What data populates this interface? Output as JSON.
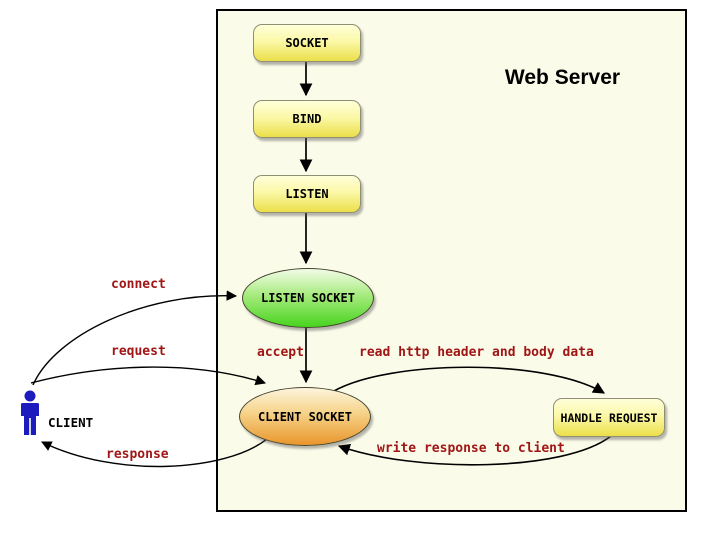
{
  "diagram": {
    "title": "Web Server",
    "nodes": [
      {
        "id": "socket",
        "label": "SOCKET",
        "shape": "rounded-rect",
        "color": "#ebdf4a"
      },
      {
        "id": "bind",
        "label": "BIND",
        "shape": "rounded-rect",
        "color": "#ebdf4a"
      },
      {
        "id": "listen",
        "label": "LISTEN",
        "shape": "rounded-rect",
        "color": "#ebdf4a"
      },
      {
        "id": "listen-socket",
        "label": "LISTEN SOCKET",
        "shape": "ellipse",
        "color": "#47d41e"
      },
      {
        "id": "client-socket",
        "label": "CLIENT SOCKET",
        "shape": "ellipse",
        "color": "#e9952c"
      },
      {
        "id": "handle-request",
        "label": "HANDLE REQUEST",
        "shape": "rounded-rect",
        "color": "#ebdf4a"
      }
    ],
    "actor": {
      "id": "client",
      "label": "CLIENT",
      "icon": "person-icon",
      "color": "#1c1cbe"
    },
    "edges": [
      {
        "id": "connect",
        "from": "client",
        "to": "listen-socket",
        "label": "connect"
      },
      {
        "id": "request",
        "from": "client",
        "to": "client-socket",
        "label": "request"
      },
      {
        "id": "response",
        "from": "client-socket",
        "to": "client",
        "label": "response"
      },
      {
        "id": "accept",
        "from": "listen-socket",
        "to": "client-socket",
        "label": "accept"
      },
      {
        "id": "read",
        "from": "client-socket",
        "to": "handle-request",
        "label": "read http header and body data"
      },
      {
        "id": "write",
        "from": "handle-request",
        "to": "client-socket",
        "label": "write response to client"
      },
      {
        "id": "socket-to-bind",
        "from": "socket",
        "to": "bind",
        "label": ""
      },
      {
        "id": "bind-to-listen",
        "from": "bind",
        "to": "listen",
        "label": ""
      },
      {
        "id": "listen-to-listen-socket",
        "from": "listen",
        "to": "listen-socket",
        "label": ""
      }
    ],
    "colors": {
      "server_box_background": "#fbfbe9",
      "server_box_border": "#000000",
      "edge_label_red": "#a01616",
      "arrow_black": "#000000",
      "client_blue": "#1c1cbe"
    }
  }
}
